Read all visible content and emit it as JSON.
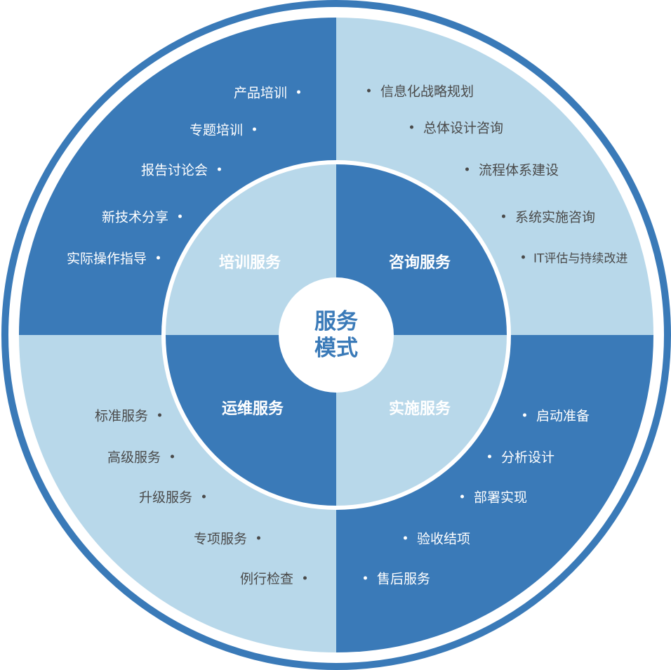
{
  "colors": {
    "dark": "#3a7ab8",
    "light": "#b8d8ea"
  },
  "center": {
    "line1": "服务",
    "line2": "模式"
  },
  "quadrants": {
    "training": {
      "title": "培训服务",
      "items": [
        "产品培训",
        "专题培训",
        "报告讨论会",
        "新技术分享",
        "实际操作指导"
      ]
    },
    "consulting": {
      "title": "咨询服务",
      "items": [
        "信息化战略规划",
        "总体设计咨询",
        "流程体系建设",
        "系统实施咨询",
        "IT评估与持续改进"
      ]
    },
    "operations": {
      "title": "运维服务",
      "items": [
        "标准服务",
        "高级服务",
        "升级服务",
        "专项服务",
        "例行检查"
      ]
    },
    "implementation": {
      "title": "实施服务",
      "items": [
        "启动准备",
        "分析设计",
        "部署实现",
        "验收结项",
        "售后服务"
      ]
    }
  }
}
